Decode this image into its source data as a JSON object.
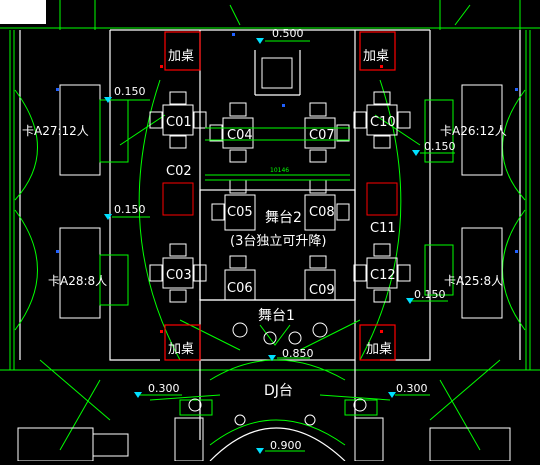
{
  "colors": {
    "background": "#000000",
    "wall": "#ffffff",
    "green_line": "#00ff00",
    "red_mark": "#ff0000",
    "cyan_mark": "#00e0ff",
    "blue_mark": "#2060ff"
  },
  "labels": {
    "add_table": "加桌",
    "elev_top": "0.500",
    "elev_left_1": "0.150",
    "elev_left_2": "0.150",
    "elev_right_1": "0.150",
    "elev_right_2": "0.150",
    "elev_center": "0.850",
    "elev_bottom_left": "0.300",
    "elev_bottom_right": "0.300",
    "elev_bottom": "0.900",
    "booth_a27": "卡A27:12人",
    "booth_a28": "卡A28:8人",
    "booth_a26": "卡A26:12人",
    "booth_a25": "卡A25:8人",
    "stage2": "舞台2",
    "stage2_note": "(3台独立可升降)",
    "stage1": "舞台1",
    "dj": "DJ台",
    "dim_small": "10146",
    "c01": "C01",
    "c02": "C02",
    "c03": "C03",
    "c04": "C04",
    "c05": "C05",
    "c06": "C06",
    "c07": "C07",
    "c08": "C08",
    "c09": "C09",
    "c10": "C10",
    "c11": "C11",
    "c12": "C12"
  }
}
